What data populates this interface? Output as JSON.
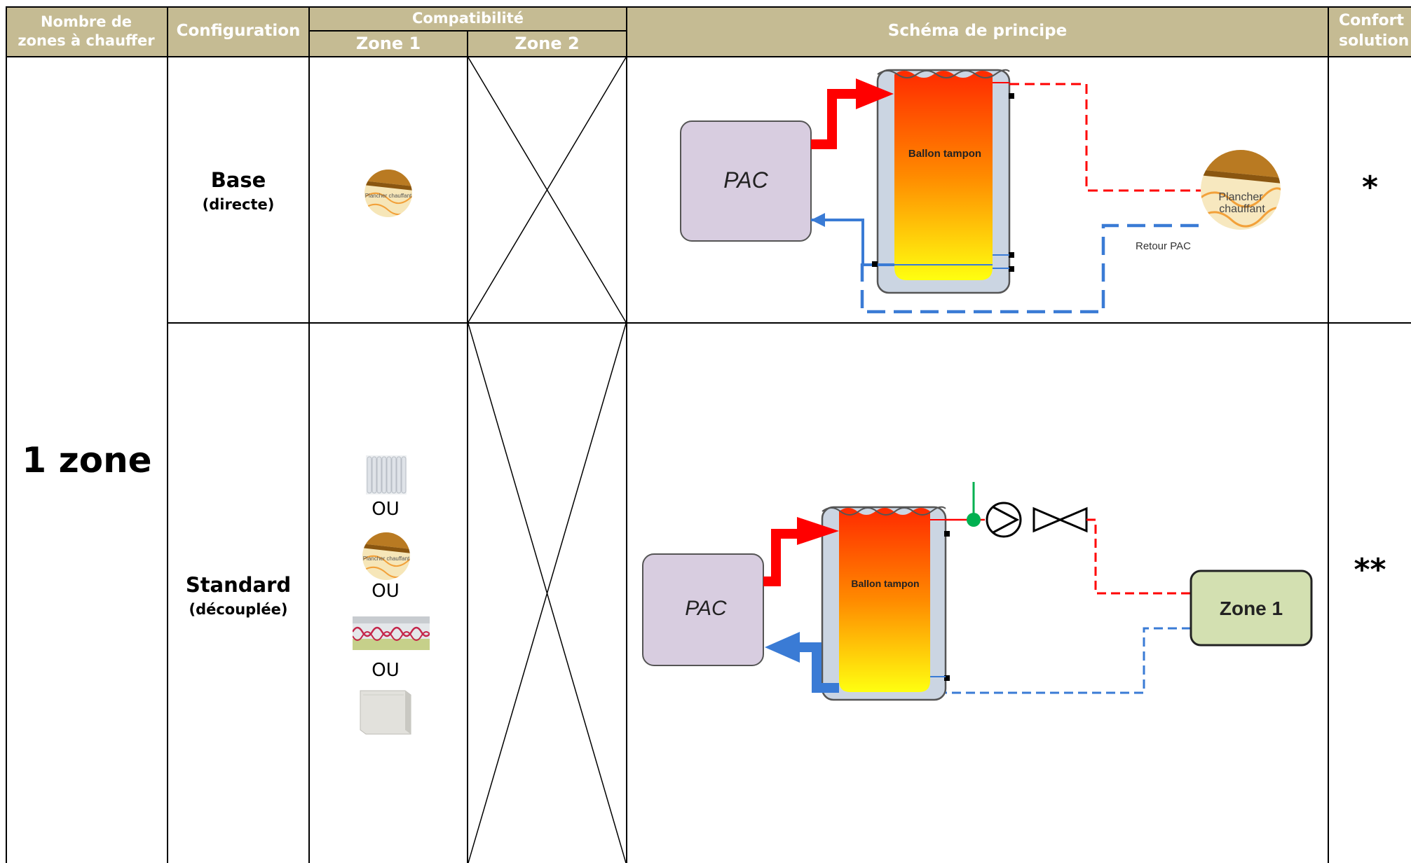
{
  "header": {
    "col_zones": "Nombre de zones à chauffer",
    "col_config": "Configuration",
    "col_compat": "Compatibilité",
    "col_zone1": "Zone 1",
    "col_zone2": "Zone 2",
    "col_schema": "Schéma de principe",
    "col_confort": "Confort solution"
  },
  "zones_label": "1 zone",
  "rows": [
    {
      "config_title": "Base",
      "config_sub": "(directe)",
      "emitter_label": "Plancher chauffant",
      "schema": {
        "pac_label": "PAC",
        "ballon_label": "Ballon tampon",
        "emitter_label": "Plancher chauffant",
        "retour_label": "Retour PAC"
      },
      "confort": "*"
    },
    {
      "config_title": "Standard",
      "config_sub": "(découplée)",
      "emitters": [
        "radiator-icon",
        "floor-heating-icon",
        "floor-heating-section-icon",
        "convector-icon"
      ],
      "emitter_label": "Plancher chauffant",
      "or_label": "OU",
      "schema": {
        "pac_label": "PAC",
        "ballon_label": "Ballon tampon",
        "zone_label": "Zone 1"
      },
      "confort": "**"
    }
  ],
  "colors": {
    "header_bg": "#c5bb93",
    "pac_fill": "#d8cde0",
    "zone_fill": "#d3e0b1",
    "hot": "#ff0000",
    "cold": "#3a7bd5",
    "pump_green": "#00b050"
  }
}
